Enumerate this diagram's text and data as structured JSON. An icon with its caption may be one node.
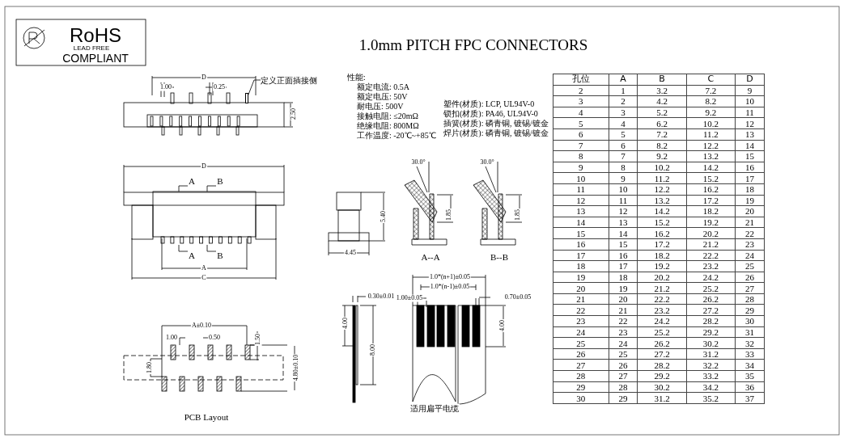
{
  "diagram": {
    "title": "1.0mm PITCH FPC CONNECTORS",
    "nodes": [
      {
        "text": [
          "定义正面插接侧"
        ]
      },
      {
        "text": [],
        "shape": "bar"
      }
    ],
    "edges": [
      {
        "from": 0,
        "to": 1,
        "arrow": "none"
      }
    ],
    "labels": [
      "RoHS",
      "LEAD FREE",
      "COMPLIANT",
      "D",
      "1.00",
      "0.25",
      "2.50",
      "性能:",
      "额定电流: 0.5A",
      "额定电压: 50V",
      "耐电压: 500V",
      "接触电阻: ≤20mΩ",
      "绝缘电阻: 800MΩ",
      "工作温度: -20℃~+85℃",
      "塑件(材质): LCP, UL94V-0",
      "锁扣(材质): PA46, UL94V-0",
      "插簧(材质): 磷青铜, 镀锡/镀金",
      "焊片(材质): 磷青铜, 镀锡/镀金",
      "D",
      "A",
      "B",
      "30.0°",
      "30.0°",
      "5.40",
      "1.85",
      "1.85",
      "A",
      "B",
      "4.45",
      "A--A",
      "B--B",
      "A",
      "C",
      "1.0*(n+1)±0.05",
      "1.0*(n-1)±0.05",
      "0.30±0.01",
      "1.00±0.05",
      "0.70±0.05",
      "4.00",
      "4.00",
      "8.00",
      "A±0.10",
      "1.00",
      "0.50",
      "1.50",
      "1.80",
      "4.80±0.10",
      "适用扁平电缆",
      "PCB Layout",
      "孔位",
      "A",
      "B",
      "C",
      "D",
      "2",
      "1",
      "3.2",
      "7.2",
      "9",
      "3",
      "2",
      "4.2",
      "8.2",
      "10",
      "4",
      "3",
      "5.2",
      "9.2",
      "11",
      "5",
      "4",
      "6.2",
      "10.2",
      "12",
      "6",
      "5",
      "7.2",
      "11.2",
      "13",
      "7",
      "6",
      "8.2",
      "12.2",
      "14",
      "8",
      "7",
      "9.2",
      "13.2",
      "15",
      "9",
      "8",
      "10.2",
      "14.2",
      "16",
      "10",
      "9",
      "11.2",
      "15.2",
      "17",
      "11",
      "10",
      "12.2",
      "16.2",
      "18",
      "12",
      "11",
      "13.2",
      "17.2",
      "19",
      "13",
      "12",
      "14.2",
      "18.2",
      "20",
      "14",
      "13",
      "15.2",
      "19.2",
      "21",
      "15",
      "14",
      "16.2",
      "20.2",
      "22",
      "16",
      "15",
      "17.2",
      "21.2",
      "23",
      "17",
      "16",
      "18.2",
      "22.2",
      "24",
      "18",
      "17",
      "19.2",
      "23.2",
      "25",
      "19",
      "18",
      "20.2",
      "24.2",
      "26",
      "20",
      "19",
      "21.2",
      "25.2",
      "27",
      "21",
      "20",
      "22.2",
      "26.2",
      "28",
      "22",
      "21",
      "23.2",
      "27.2",
      "29",
      "23",
      "22",
      "24.2",
      "28.2",
      "30",
      "24",
      "23",
      "25.2",
      "29.2",
      "31",
      "25",
      "24",
      "26.2",
      "30.2",
      "32",
      "26",
      "25",
      "27.2",
      "31.2",
      "33",
      "27",
      "26",
      "28.2",
      "32.2",
      "34",
      "28",
      "27",
      "29.2",
      "33.2",
      "35",
      "29",
      "28",
      "30.2",
      "34.2",
      "36",
      "30",
      "29",
      "31.2",
      "35.2",
      "37"
    ]
  }
}
